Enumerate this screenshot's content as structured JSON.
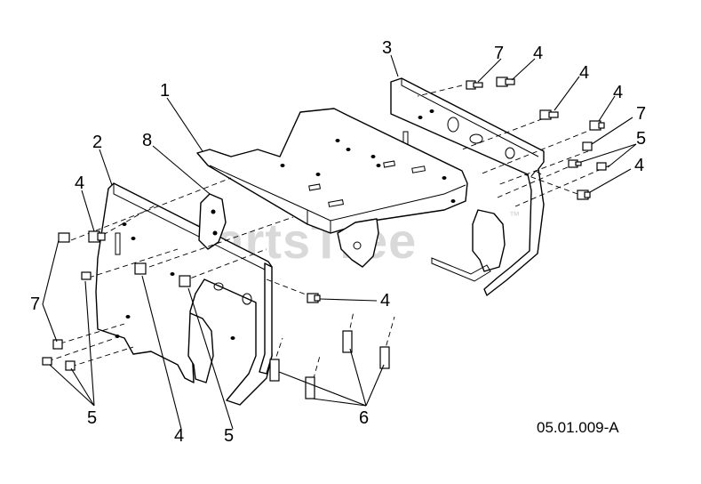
{
  "diagram": {
    "reference": "05.01.009-A",
    "watermark": "PartsTree",
    "watermark_tm": "™",
    "callouts": [
      "1",
      "2",
      "3",
      "4",
      "4",
      "4",
      "4",
      "4",
      "4",
      "4",
      "5",
      "5",
      "5",
      "6",
      "7",
      "7",
      "7",
      "8"
    ]
  }
}
